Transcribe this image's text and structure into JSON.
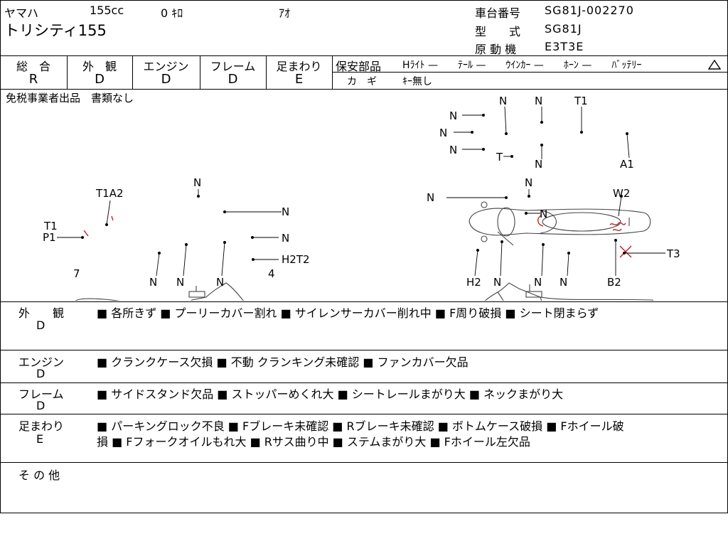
{
  "header": {
    "maker": "ヤマハ",
    "displacement": "155cc",
    "mileage": "0 ｷﾛ",
    "color": "ｱｵ",
    "model_name": "トリシティ155",
    "frame_no_label": "車台番号",
    "frame_no": "SG81J-002270",
    "type_label": "型　　式",
    "type_value": "SG81J",
    "engine_label": "原 動 機",
    "engine_value": "E3T3E"
  },
  "grades": [
    {
      "label": "総　合",
      "value": "R"
    },
    {
      "label": "外　観",
      "value": "D"
    },
    {
      "label": "エンジン",
      "value": "D"
    },
    {
      "label": "フレーム",
      "value": "D"
    },
    {
      "label": "足まわり",
      "value": "E"
    }
  ],
  "safety": {
    "label": "保安部品",
    "items": "Hﾗｲﾄ —　　ﾃｰﾙ —　　ｳｲﾝｶｰ —　　ﾎｰﾝ —　　ﾊﾞｯﾃﾘｰ",
    "key_label": "カ　ギ",
    "key_value": "ｷｰ無し"
  },
  "note": "免税事業者出品　書類なし",
  "diagram": {
    "top_view": {
      "labels": [
        "N",
        "N",
        "T1",
        "N",
        "N",
        "N",
        "T",
        "N",
        "A1"
      ]
    },
    "left_view": {
      "labels": [
        "N",
        "T1A2",
        "N",
        "T1",
        "P1",
        "N",
        "H2T2",
        "7",
        "4",
        "N",
        "N",
        "N"
      ]
    },
    "right_view": {
      "labels": [
        "N",
        "N",
        "W2",
        "N",
        "T3",
        "H2",
        "N",
        "N",
        "N",
        "B2"
      ]
    }
  },
  "sections": [
    {
      "label": "外　　観",
      "grade": "D",
      "lines": [
        "■ 各所きず ■ プーリーカバー割れ ■ サイレンサーカバー削れ中 ■ F周り破損 ■ シート閉まらず"
      ]
    },
    {
      "label": "エンジン",
      "grade": "D",
      "lines": [
        "■ クランクケース欠損 ■ 不動 クランキング未確認 ■ ファンカバー欠品"
      ]
    },
    {
      "label": "フレーム",
      "grade": "D",
      "lines": [
        "■ サイドスタンド欠品 ■ ストッパーめくれ大 ■ シートレールまがり大 ■ ネックまがり大"
      ]
    },
    {
      "label": "足まわり",
      "grade": "E",
      "lines": [
        "■ パーキングロック不良 ■ Fブレーキ未確認 ■ Rブレーキ未確認 ■ ボトムケース破損 ■ Fホイール破",
        "損 ■ Fフォークオイルもれ大 ■ Rサス曲り中 ■ ステムまがり大 ■ Fホイール左欠品"
      ]
    },
    {
      "label": "そ の 他",
      "grade": "",
      "lines": []
    }
  ]
}
